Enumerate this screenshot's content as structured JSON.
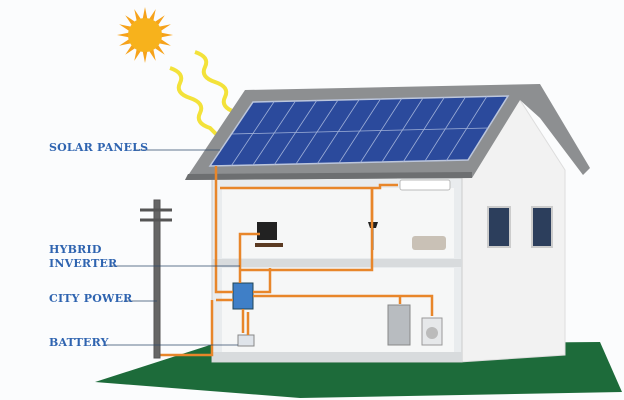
{
  "labels": {
    "solar_panels": "SOLAR PANELS",
    "hybrid_inverter_1": "HYBRID",
    "hybrid_inverter_2": "INVERTER",
    "city_power": "CITY POWER",
    "battery": "BATTERY"
  },
  "colors": {
    "label": "#2f64b0",
    "wire": "#e8862a",
    "panel": "#2b4a9c",
    "ground": "#1d6b3a",
    "sun": "#f6a21a"
  }
}
